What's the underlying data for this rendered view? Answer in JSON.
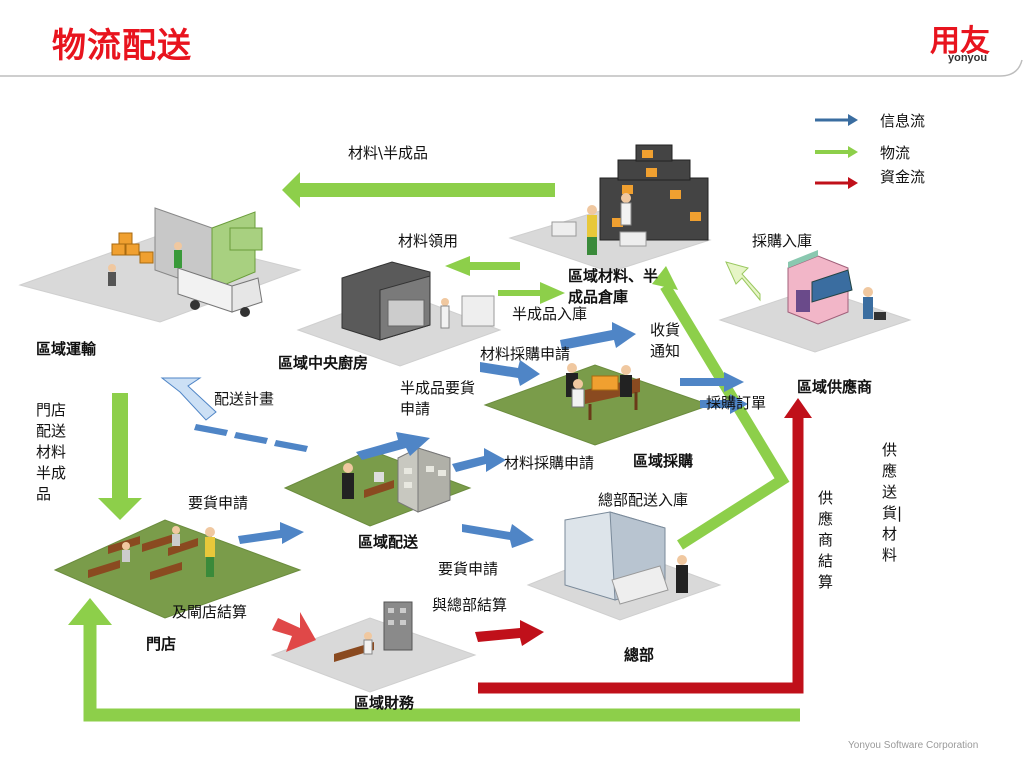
{
  "header": {
    "title": "物流配送"
  },
  "logo": {
    "main": "用友",
    "sub": "yonyou"
  },
  "legend": {
    "info": "信息流",
    "logistics": "物流",
    "funds": "資金流",
    "colors": {
      "info": "#3a6da0",
      "logistics": "#8dcf4a",
      "funds": "#c0101a"
    }
  },
  "nodes": {
    "transport": "區域運輸",
    "kitchen": "區域中央廚房",
    "warehouse": "區域材料、半成品倉庫",
    "supplier": "區域供應商",
    "purchase": "區域採購",
    "distribution": "區域配送",
    "store": "門店",
    "hq": "總部",
    "finance": "區域財務"
  },
  "flows": {
    "materials_semi": "材料\\半成品",
    "material_pickup": "材料領用",
    "purchase_in": "採購入庫",
    "semi_in": "半成品入庫",
    "receipt_notice": "收貨通知",
    "material_purchase_req_1": "材料採購申請",
    "material_purchase_req_2": "材料採購申請",
    "delivery_plan": "配送計畫",
    "semi_request": "半成品要貨申請",
    "purchase_order": "採購訂單",
    "store_delivery": "門店配送材料半成品",
    "request_1": "要貨申請",
    "request_2": "要貨申請",
    "hq_delivery_in": "總部配送入庫",
    "store_settle": "及閘店結算",
    "hq_settle": "與總部結算",
    "supplier_settle": "供應商結算",
    "supplier_ship": "供應送貨|材料"
  },
  "footer": "Yonyou Software Corporation"
}
